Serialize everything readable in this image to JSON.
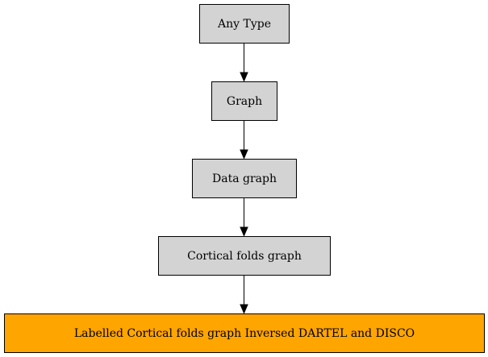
{
  "nodes": [
    {
      "id": "any_type",
      "label": "Any Type",
      "fill": "#d3d3d3"
    },
    {
      "id": "graph",
      "label": "Graph",
      "fill": "#d3d3d3"
    },
    {
      "id": "data_graph",
      "label": "Data graph",
      "fill": "#d3d3d3"
    },
    {
      "id": "cortical_folds_graph",
      "label": "Cortical folds graph",
      "fill": "#d3d3d3"
    },
    {
      "id": "labelled_cortical_folds_graph",
      "label": "Labelled Cortical folds graph Inversed DARTEL and DISCO",
      "fill": "#ffa500",
      "highlighted": true
    }
  ],
  "edges": [
    {
      "from": "any_type",
      "to": "graph"
    },
    {
      "from": "graph",
      "to": "data_graph"
    },
    {
      "from": "data_graph",
      "to": "cortical_folds_graph"
    },
    {
      "from": "cortical_folds_graph",
      "to": "labelled_cortical_folds_graph"
    }
  ],
  "colors": {
    "node_default": "#d3d3d3",
    "node_highlight": "#ffa500",
    "stroke": "#000000"
  }
}
